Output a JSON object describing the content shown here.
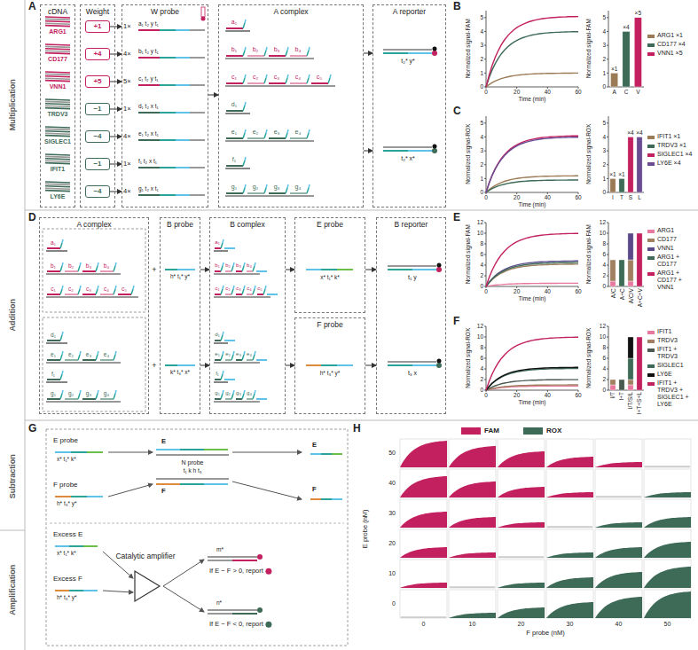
{
  "diagram": {
    "nodes": [
      {
        "text": [
          "cDNA"
        ]
      },
      {
        "text": [
          "Weight"
        ]
      },
      {
        "text": [
          "+1"
        ],
        "in": 1
      },
      {
        "text": [
          "+4"
        ],
        "in": 1
      },
      {
        "text": [
          "+5"
        ],
        "in": 1
      },
      {
        "text": [
          "−1"
        ],
        "in": 1
      },
      {
        "text": [
          "−4"
        ],
        "in": 1
      },
      {
        "text": [
          "−1"
        ],
        "in": 1
      },
      {
        "text": [
          "−4"
        ],
        "in": 1
      },
      {
        "text": [
          "W probe"
        ]
      },
      {
        "text": [
          "A complex"
        ]
      },
      {
        "text": [
          "A reporter"
        ]
      },
      {
        "text": [
          "A complex"
        ]
      },
      {
        "text": [
          "B probe"
        ]
      },
      {
        "text": [
          "B complex"
        ]
      },
      {
        "text": [
          "E probe"
        ]
      },
      {
        "text": [
          "F probe"
        ]
      },
      {
        "text": [
          "B reporter"
        ]
      },
      {
        "text": [
          "Catalytic amplifier"
        ]
      }
    ],
    "edges": [
      {
        "from": 2,
        "to": 9,
        "arrow": "to"
      },
      {
        "from": 3,
        "to": 9,
        "arrow": "to"
      },
      {
        "from": 4,
        "to": 9,
        "arrow": "to"
      },
      {
        "from": 5,
        "to": 9,
        "arrow": "to"
      },
      {
        "from": 6,
        "to": 9,
        "arrow": "to"
      },
      {
        "from": 7,
        "to": 9,
        "arrow": "to"
      },
      {
        "from": 8,
        "to": 9,
        "arrow": "to"
      },
      {
        "from": 9,
        "to": 10,
        "arrow": "to"
      },
      {
        "from": 10,
        "to": 11,
        "arrow": "to"
      },
      {
        "from": 10,
        "to": 11,
        "arrow": "to"
      },
      {
        "from": 13,
        "to": 14,
        "arrow": "to"
      },
      {
        "from": 13,
        "to": 14,
        "arrow": "to"
      },
      {
        "from": 14,
        "to": 15,
        "arrow": "to"
      },
      {
        "from": 14,
        "to": 16,
        "arrow": "to"
      },
      {
        "from": 15,
        "to": 17,
        "arrow": "to"
      },
      {
        "from": 16,
        "to": 17,
        "arrow": "to"
      }
    ],
    "labels": [
      "A",
      "B",
      "C",
      "D",
      "E",
      "F",
      "G",
      "H",
      "Multiplication",
      "Addition",
      "Subtraction",
      "Amplification",
      "ARG1",
      "CD177",
      "VNN1",
      "TRDV3",
      "SIGLEC1",
      "IFIT1",
      "LY6E",
      "1×",
      "4×",
      "5×",
      "1×",
      "4×",
      "1×",
      "4×",
      "a₁ t₂ y t₁",
      "b₁ t₂ y t₁",
      "c₁ t₂ y t₁",
      "d₁ t₂ x t₁",
      "e₁ t₂ x t₁",
      "f₁ t₂ x t₁",
      "g₁ t₂ x t₁",
      "a₁",
      "b₁",
      "b₂",
      "b₃",
      "b₄",
      "c₁",
      "c₂",
      "c₃",
      "c₄",
      "c₅",
      "d₁",
      "e₁",
      "e₂",
      "e₃",
      "e₄",
      "f₁",
      "g₁",
      "g₂",
      "g₃",
      "g₄",
      "t₂* y*",
      "t₂* x*",
      "Normalized signal-FAM",
      "0",
      "1",
      "2",
      "3",
      "4",
      "5",
      "0",
      "20",
      "40",
      "60",
      "Time (min)",
      "Normalized signal-FAM",
      "0",
      "1",
      "2",
      "3",
      "4",
      "5",
      "A",
      "C",
      "V",
      "×1",
      "×4",
      "×5",
      "Normalized signal-ROX",
      "0",
      "1",
      "2",
      "3",
      "4",
      "5",
      "0",
      "20",
      "40",
      "60",
      "Time (min)",
      "Normalized signal-ROX",
      "0",
      "1",
      "2",
      "3",
      "4",
      "5",
      "I",
      "T",
      "S",
      "L",
      "×1",
      "×1",
      "×4",
      "×4",
      "a₁",
      "b₁",
      "b₂",
      "b₃",
      "b₄",
      "c₁",
      "c₂",
      "c₃",
      "c₄",
      "c₅",
      "d₁",
      "e₁",
      "e₂",
      "e₃",
      "e₄",
      "f₁",
      "g₁",
      "g₂",
      "g₃",
      "g₄",
      "+",
      "+",
      "h* t₁* y*",
      "k* t₃* x*",
      "a₁",
      "b₁",
      "b₂",
      "b₃",
      "b₄",
      "c₁",
      "c₂",
      "c₃",
      "c₄",
      "c₅",
      "d₁",
      "e₁",
      "e₂",
      "e₃",
      "e₄",
      "f₁",
      "g₁",
      "g₂",
      "g₃",
      "g₄",
      "x* t₁* k*",
      "h* t₃* y*",
      "t₁ y",
      "t₃ x",
      "Normalized signal-FAM",
      "0",
      "2",
      "4",
      "6",
      "8",
      "10",
      "12",
      "0",
      "20",
      "40",
      "60",
      "Time (min)",
      "Normalized signal-FAM",
      "0",
      "2",
      "4",
      "6",
      "8",
      "10",
      "12",
      "A/C",
      "A+C",
      "A/C/V",
      "A+C+V",
      "Normalized signal-ROX",
      "0",
      "2",
      "4",
      "6",
      "8",
      "10",
      "12",
      "0",
      "20",
      "40",
      "60",
      "Time (min)",
      "Normalized signal-ROX",
      "0",
      "2",
      "4",
      "6",
      "8",
      "10",
      "12",
      "I/T",
      "I+T",
      "I/T/S/L",
      "I+T+S+L",
      "E probe",
      "x* t₁* k*",
      "F probe",
      "h* t₃* y*",
      "E",
      "N probe",
      "t₁ k h t₃",
      "F",
      "E",
      "F",
      "Excess E",
      "x* t₁* k*",
      "Excess F",
      "h* t₃* y*",
      "m*",
      "If E − F > 0, report",
      "n*",
      "If E − F < 0, report",
      "E probe (nM)",
      "50",
      "40",
      "30",
      "20",
      "10",
      "0",
      "0",
      "10",
      "20",
      "30",
      "40",
      "50",
      "F probe (nM)"
    ],
    "legend": [
      {
        "text": "ARG1 ×1",
        "color": "#9b7a56"
      },
      {
        "text": "CD177 ×4",
        "color": "#3e6b58"
      },
      {
        "text": "VNN1 ×5",
        "color": "#c2205e"
      },
      {
        "text": "IFIT1 ×1",
        "color": "#9b7a56"
      },
      {
        "text": "TRDV3 ×1",
        "color": "#3e6b58"
      },
      {
        "text": "SIGLEC1 ×4",
        "color": "#c2205e"
      },
      {
        "text": "LY6E ×4",
        "color": "#6a4c93"
      },
      {
        "text": "ARG1",
        "color": "#e8789e"
      },
      {
        "text": "CD177",
        "color": "#a08060"
      },
      {
        "text": "VNN1",
        "color": "#5a4a8a"
      },
      {
        "text": "ARG1 + CD177",
        "color": "#3e6b58"
      },
      {
        "text": "ARG1 + CD177 + VNN1",
        "color": "#c2205e"
      },
      {
        "text": "IFIT1",
        "color": "#e8789e"
      },
      {
        "text": "TRDV3",
        "color": "#a08060"
      },
      {
        "text": "IFIT1 + TRDV3",
        "color": "#4a5a50"
      },
      {
        "text": "SIGLEC1",
        "color": "#3e6b58"
      },
      {
        "text": "LY6E",
        "color": "#111111"
      },
      {
        "text": "IFIT1 + TRDV3 + SIGLEC1 + LY6E",
        "color": "#c2205e"
      },
      {
        "text": "FAM",
        "color": "#c2205e"
      },
      {
        "text": "ROX",
        "color": "#3e6b58"
      }
    ]
  }
}
